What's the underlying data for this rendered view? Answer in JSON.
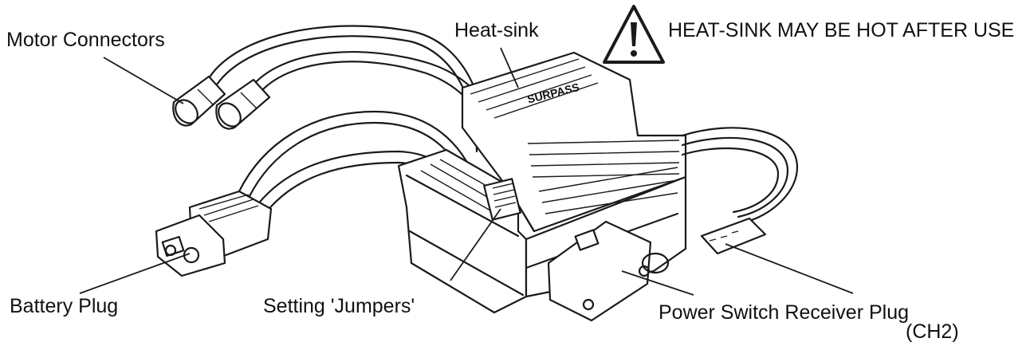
{
  "labels": {
    "motor_connectors": "Motor Connectors",
    "heat_sink": "Heat-sink",
    "warning": "HEAT-SINK MAY BE HOT AFTER USE",
    "battery_plug": "Battery Plug",
    "setting_jumpers": "Setting 'Jumpers'",
    "power_switch_receiver_plug": "Power Switch Receiver Plug",
    "ch2": "(CH2)",
    "brand_engraving": "SURPASS"
  },
  "colors": {
    "ink": "#1a1a1a",
    "background": "#ffffff"
  },
  "icons": {
    "warning": "warning-triangle-icon"
  }
}
